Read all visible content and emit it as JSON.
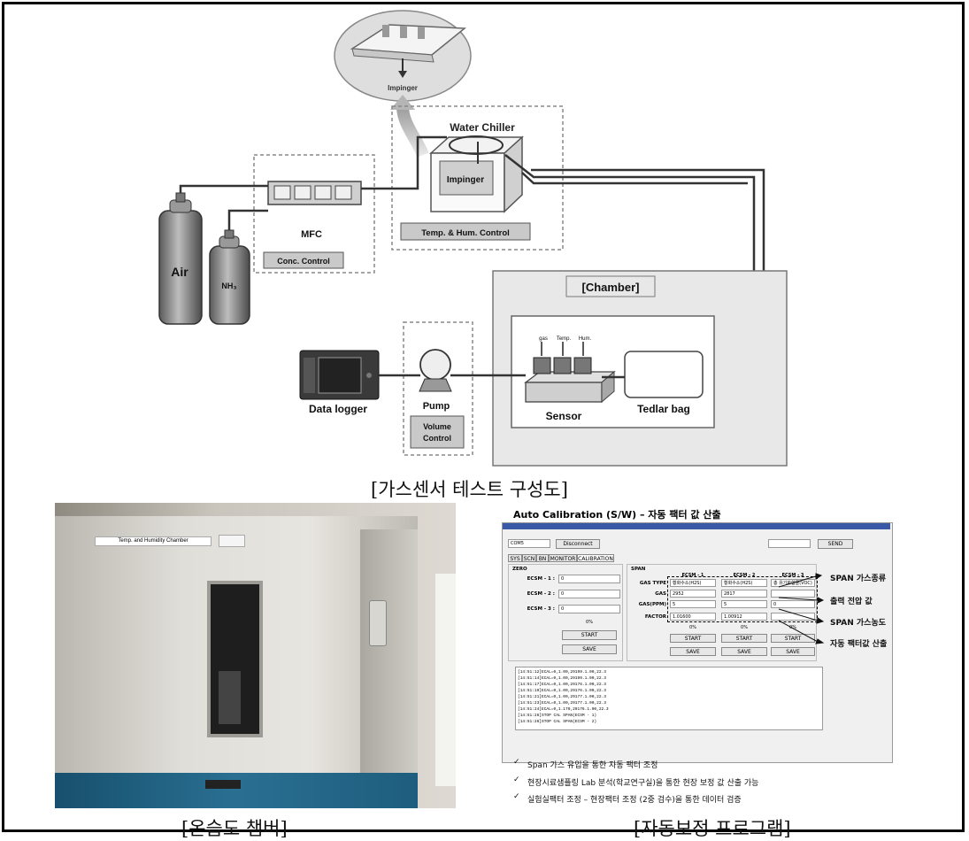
{
  "diagram": {
    "caption": "[가스센서 테스트 구성도]",
    "impinger_top_label": "Impinger",
    "water_chiller": "Water Chiller",
    "impinger": "Impinger",
    "temp_hum_control": "Temp. & Hum. Control",
    "mfc": "MFC",
    "conc_control": "Conc. Control",
    "air": "Air",
    "nh3": "NH₃",
    "chamber": "[Chamber]",
    "sensor_labels": [
      "gas",
      "Temp.",
      "Hum."
    ],
    "sensor": "Sensor",
    "tedlar_bag": "Tedlar bag",
    "data_logger": "Data logger",
    "pump": "Pump",
    "volume_control": "Volume Control"
  },
  "photo": {
    "caption": "[온습도 챔버]",
    "label": "Temp. and Humidity Chamber"
  },
  "program": {
    "caption": "[자동보정 프로그램]",
    "title": "Auto Calibration (S/W) – 자동 팩터 값 산출",
    "port": "COM5",
    "disconnect": "Disconnect",
    "send": "SEND",
    "tabs": [
      "SYS",
      "SCN",
      "BN",
      "MONITOR",
      "CALIBRATION"
    ],
    "zero": {
      "title": "ZERO",
      "rows": [
        {
          "label": "ECSM - 1 :",
          "value": "0"
        },
        {
          "label": "ECSM - 2 :",
          "value": "0"
        },
        {
          "label": "ECSM - 3 :",
          "value": "0"
        }
      ],
      "percent": "0%",
      "start": "START",
      "save": "SAVE"
    },
    "span": {
      "title": "SPAN",
      "columns": [
        "ECSM - 1",
        "ECSM - 2",
        "ECSM - 3"
      ],
      "gas_type_label": "GAS TYPE",
      "gas_types": [
        "황화수소(H2S)",
        "황화수소(H2S)",
        "총 유기화합물(VOC)"
      ],
      "gas_label": "GAS",
      "gas_values": [
        "2952",
        "2817",
        ""
      ],
      "gasppm_label": "GAS(PPM)",
      "gasppm_values": [
        "5",
        "5",
        "0"
      ],
      "factor_label": "FACTOR",
      "factor_values": [
        "1.01600",
        "1.00912",
        ""
      ],
      "percents": [
        "0%",
        "0%",
        "0%"
      ],
      "start": "START",
      "save": "SAVE"
    },
    "log_lines": [
      "[14:51:12]ECAL=0,1.00,29199.1.00,22.3",
      "[14:51:14]ECAL=0,1.00,29199.1.00,22.3",
      "[14:51:17]ECAL=0,1.00,29176.1.00,22.3",
      "[14:51:19]ECAL=0,1.00,29176.1.00,22.3",
      "[14:51:21]ECAL=0,1.00,29177.1.00,22.3",
      "[14:51:23]ECAL=0,1.00,29177.1.00,22.3",
      "[14:51:24]ECAL=0,1.170,29176.1.00,22.3",
      "[14:51:26]STOP CAL SPAN(ECSM - 1)",
      "[14:51:26]STOP CAL SPAN(ECSM - 2)"
    ],
    "notes": [
      "SPAN 가스종류",
      "출력 전압 값",
      "SPAN 가스농도",
      "자동 팩터값 산출"
    ],
    "bullets": [
      "Span 가스 유입을 통한 자동 팩터 조정",
      "현장시료샘플링 Lab 분석(학교연구실)을 통한 현장 보정 값 산출 가능",
      "실험실팩터 조정 – 현장팩터 조정 (2중 검수)을 통한 데이터 검증"
    ],
    "check": "✓"
  }
}
